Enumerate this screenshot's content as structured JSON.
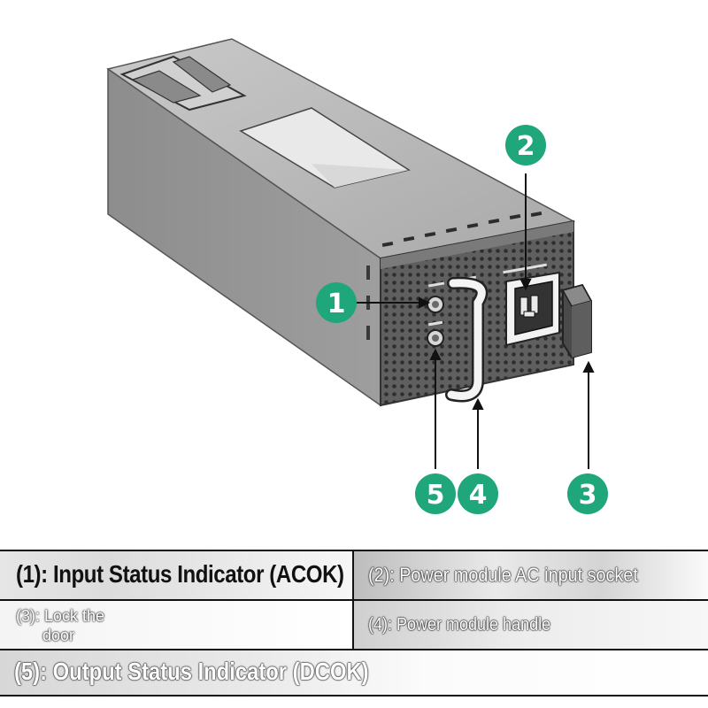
{
  "colors": {
    "callout_fill": "#1fa67a",
    "callout_text": "#ffffff",
    "module_body": "#b4b4b4",
    "front_panel": "#6f6f6f"
  },
  "callouts": [
    {
      "number": "1"
    },
    {
      "number": "2"
    },
    {
      "number": "3"
    },
    {
      "number": "4"
    },
    {
      "number": "5"
    }
  ],
  "legend": {
    "item1": "(1): Input Status Indicator (ACOK)",
    "item2": "(2): Power module AC input socket",
    "item3_line1": "(3): Lock the",
    "item3_line2": "door",
    "item4": "(4): Power module handle",
    "item5": "(5): Output Status Indicator (DCOK)"
  }
}
